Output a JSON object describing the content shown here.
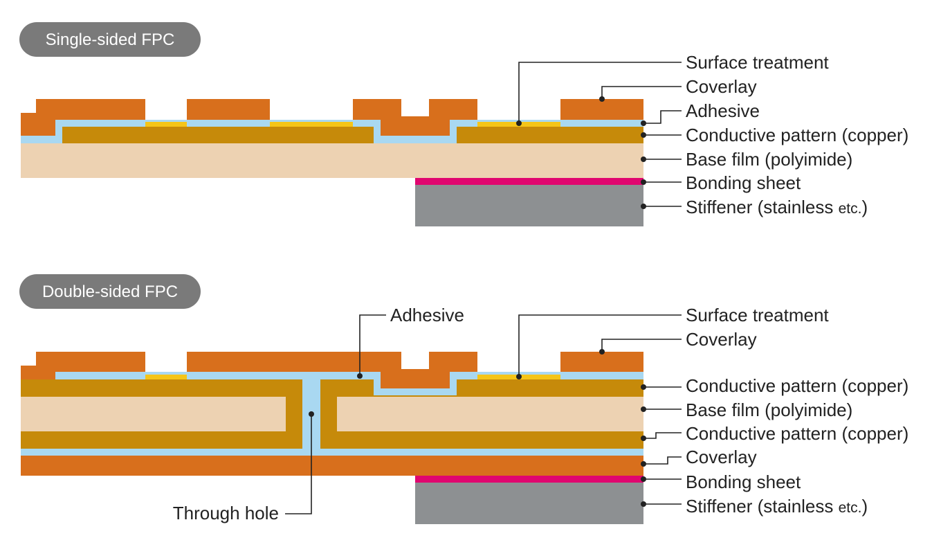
{
  "colors": {
    "coverlay": "#D86F1C",
    "adhesive": "#A9D8F1",
    "surface_treatment": "#F5C518",
    "copper": "#C68A0A",
    "base_film": "#EDD2B2",
    "bonding_sheet": "#E0066F",
    "stiffener": "#8D9092",
    "pill": "#7A7A7A"
  },
  "single": {
    "title": "Single-sided FPC",
    "labels": {
      "surface_treatment": "Surface treatment",
      "coverlay": "Coverlay",
      "adhesive": "Adhesive",
      "conductive": "Conductive pattern (copper)",
      "base_film": "Base film (polyimide)",
      "bonding": "Bonding sheet",
      "stiffener_main": "Stiffener (stainless ",
      "stiffener_small": "etc.",
      "stiffener_end": ")"
    }
  },
  "double": {
    "title": "Double-sided FPC",
    "labels": {
      "adhesive": "Adhesive",
      "surface_treatment": "Surface treatment",
      "coverlay_top": "Coverlay",
      "conductive_top": "Conductive pattern (copper)",
      "base_film": "Base film (polyimide)",
      "conductive_bottom": "Conductive pattern (copper)",
      "coverlay_bottom": "Coverlay",
      "bonding": "Bonding sheet",
      "stiffener_main": "Stiffener (stainless ",
      "stiffener_small": "etc.",
      "stiffener_end": ")",
      "through_hole": "Through hole"
    }
  }
}
